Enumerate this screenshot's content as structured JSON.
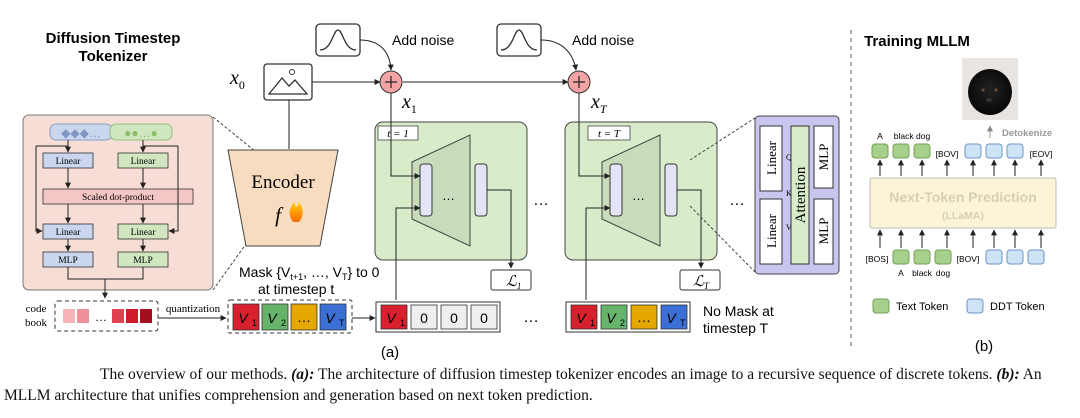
{
  "left": {
    "title_line1": "Diffusion Timestep",
    "title_line2": "Tokenizer",
    "linear": "Linear",
    "scaled_dot_product": "Scaled dot-product",
    "mlp": "MLP",
    "code": "code",
    "book": "book",
    "quantization": "quantization",
    "mask_line1": "Mask {V",
    "mask_line1_sub": "t+1",
    "mask_line1_mid": ", …, V",
    "mask_line1_sub2": "T",
    "mask_line1_end": "} to 0",
    "mask_line2": "at timestep t",
    "encoder": "Encoder",
    "encoder_f": "f",
    "x0": "x",
    "x0_sub": "0",
    "add_noise_1": "Add noise",
    "add_noise_2": "Add noise",
    "x1": "x",
    "x1_sub": "1",
    "xT": "x",
    "xT_sub": "T",
    "t1": "t = 1",
    "tT": "t = T",
    "L1": "ℒ",
    "L1_sub": "1",
    "LT": "ℒ",
    "LT_sub": "T",
    "ellipsis": "…",
    "tokens": [
      "V",
      "V",
      "…",
      "V"
    ],
    "token_subs": [
      "1",
      "2",
      "",
      "T"
    ],
    "masked_tokens": [
      "0",
      "0",
      "0"
    ],
    "no_mask_line1": "No Mask at",
    "no_mask_line2": "timestep T",
    "attention": "Attention",
    "q": "Q",
    "k": "K",
    "v": "V",
    "label_a": "(a)"
  },
  "right": {
    "title": "Training MLLM",
    "detokenize": "Detokenize",
    "next_token": "Next-Token Prediction",
    "llama": "(LLaMA)",
    "top_a": "A",
    "top_black_dog": "black dog",
    "top_bov": "[BOV]",
    "top_eov": "[EOV]",
    "bos": "[BOS]",
    "bot_a": "A",
    "bot_black": "black",
    "bot_dog": "dog",
    "bot_bov": "[BOV]",
    "legend_text": "Text Token",
    "legend_ddt": "DDT Token",
    "label_b": "(b)"
  },
  "colors": {
    "pink_panel": "#f6ddd6",
    "green_block": "#d8ecc9",
    "green_token": "#a8d08d",
    "blue_token": "#cfe3f7",
    "red_token": "#c8102e",
    "orange_token": "#e4a800",
    "blue_tok": "#3b6fd4",
    "purple": "#c8c6ef",
    "llm_box": "#fdf3d6"
  },
  "caption": {
    "p1": "The overview of our methods.",
    "a_label": "(a):",
    "a_text": "The architecture of diffusion timestep tokenizer encodes an image to a recursive sequence of discrete tokens.",
    "b_label": "(b):",
    "b_text": "An MLLM architecture that unifies comprehension and generation based on next token prediction."
  }
}
